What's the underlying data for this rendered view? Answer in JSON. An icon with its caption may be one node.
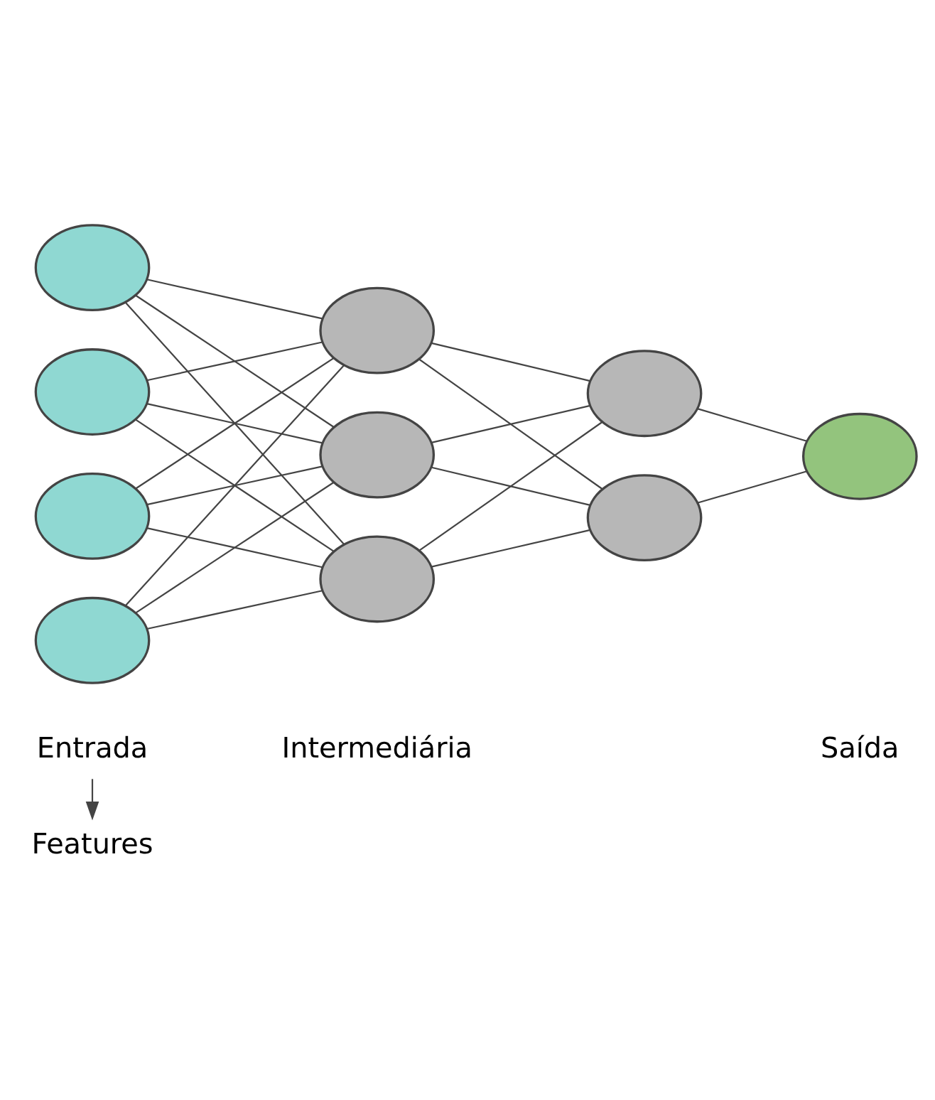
{
  "diagram": {
    "nodes": [
      {
        "text": [
          "Features"
        ]
      },
      {
        "text": [
          "Entrada"
        ]
      },
      {
        "text": [
          "Intermediária"
        ]
      },
      {
        "text": [
          "Saída"
        ]
      },
      {
        "text": [],
        "shape": "ellipse"
      },
      {
        "text": [],
        "shape": "ellipse"
      },
      {
        "text": [],
        "shape": "ellipse"
      },
      {
        "text": [],
        "shape": "ellipse"
      },
      {
        "text": [],
        "shape": "ellipse"
      },
      {
        "text": [],
        "shape": "ellipse"
      },
      {
        "text": [],
        "shape": "ellipse"
      },
      {
        "text": [],
        "shape": "ellipse"
      },
      {
        "text": [],
        "shape": "ellipse"
      },
      {
        "text": [],
        "shape": "ellipse"
      }
    ],
    "edges": [
      {
        "from": 1,
        "to": 0,
        "arrow": "to"
      },
      {
        "from": 4,
        "to": 8,
        "arrow": "none"
      },
      {
        "from": 4,
        "to": 9,
        "arrow": "none"
      },
      {
        "from": 4,
        "to": 10,
        "arrow": "none"
      },
      {
        "from": 5,
        "to": 8,
        "arrow": "none"
      },
      {
        "from": 5,
        "to": 9,
        "arrow": "none"
      },
      {
        "from": 5,
        "to": 10,
        "arrow": "none"
      },
      {
        "from": 6,
        "to": 8,
        "arrow": "none"
      },
      {
        "from": 6,
        "to": 9,
        "arrow": "none"
      },
      {
        "from": 6,
        "to": 10,
        "arrow": "none"
      },
      {
        "from": 7,
        "to": 8,
        "arrow": "none"
      },
      {
        "from": 7,
        "to": 9,
        "arrow": "none"
      },
      {
        "from": 7,
        "to": 10,
        "arrow": "none"
      },
      {
        "from": 8,
        "to": 11,
        "arrow": "none"
      },
      {
        "from": 8,
        "to": 12,
        "arrow": "none"
      },
      {
        "from": 9,
        "to": 11,
        "arrow": "none"
      },
      {
        "from": 9,
        "to": 12,
        "arrow": "none"
      },
      {
        "from": 10,
        "to": 11,
        "arrow": "none"
      },
      {
        "from": 10,
        "to": 12,
        "arrow": "none"
      },
      {
        "from": 11,
        "to": 13,
        "arrow": "none"
      },
      {
        "from": 12,
        "to": 13,
        "arrow": "none"
      }
    ]
  }
}
